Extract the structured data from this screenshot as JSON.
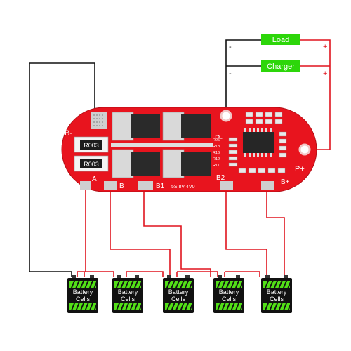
{
  "labels": {
    "load": "Load",
    "charger": "Charger",
    "minus": "-",
    "plus": "+"
  },
  "pads": {
    "b_minus": "B-",
    "p_minus": "P-",
    "p_plus": "P+",
    "a": "A",
    "b": "B",
    "b1": "B1",
    "b2": "B2",
    "b_plus": "B+"
  },
  "board_text": {
    "resistor_1": "R003",
    "resistor_2": "R003",
    "bottom_label": "5S 8V 4V0",
    "r_labels": [
      "R26",
      "R18",
      "R16",
      "R12",
      "R11"
    ]
  },
  "battery": {
    "line1": "Battery",
    "line2": "Cells",
    "count": 5
  },
  "colors": {
    "board": "#e8141e",
    "wire_red": "#e0141e",
    "wire_black": "#111111",
    "label_green": "#2dd60a",
    "battery_green": "#52e017"
  }
}
